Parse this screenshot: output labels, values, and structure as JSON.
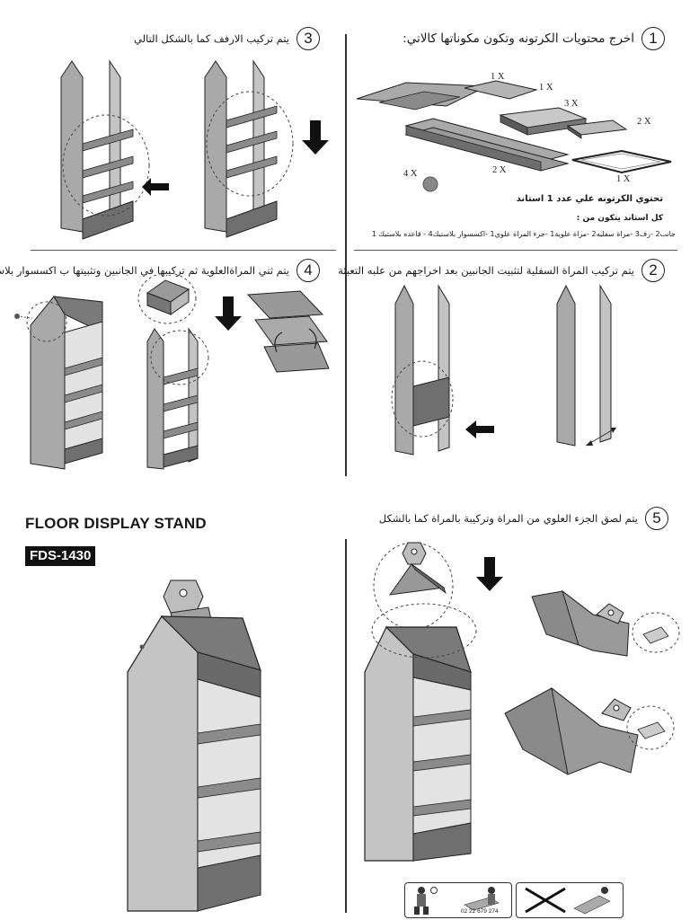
{
  "product": {
    "title": "FLOOR DISPLAY STAND",
    "model": "FDS-1430"
  },
  "steps": {
    "s1": {
      "num": "1",
      "text": "اخرج محتويات الكرتونه وتكون مكوناتها كالاتي:"
    },
    "s2": {
      "num": "2",
      "text": "يتم تركيب المراة السفلية لتثبيت الجانبين بعد اخراجهم من علبه التعبئة"
    },
    "s3": {
      "num": "3",
      "text": "يتم تركيب الارفف كما بالشكل التالي"
    },
    "s4": {
      "num": "4",
      "text": "يتم ثني المراةالعلوية ثم تركيبها في الجانبين وتثبيتها ب اكسسوار بلاستيك"
    },
    "s5": {
      "num": "5",
      "text": "يتم لصق الجزء العلوي من المراة وتركيبة بالمراة كما بالشكل"
    }
  },
  "parts": {
    "q_top_a": "1 X",
    "q_top_b": "1 X",
    "q_shelves": "3 X",
    "q_small": "2 X",
    "q_sides": "2 X",
    "q_clips": "4 X",
    "q_base": "1 X"
  },
  "contents": {
    "line1": "تحتوي الكرتونه علي عدد 1 استاند",
    "line2": "كل استاند  يتكون من :",
    "line3": "جانب2 -رف3 -مراة سفليه2 -مراة علوية1 -جزء المراة علوي1 -اكسسوار بلاستيك4 - قاعده بلاستيك 1"
  },
  "footer": {
    "phone": "02 22 679 274"
  },
  "colors": {
    "panel": "#a9a9a9",
    "panel_dark": "#6f6f6f",
    "panel_light": "#d6d6d6",
    "ink": "#222222"
  }
}
